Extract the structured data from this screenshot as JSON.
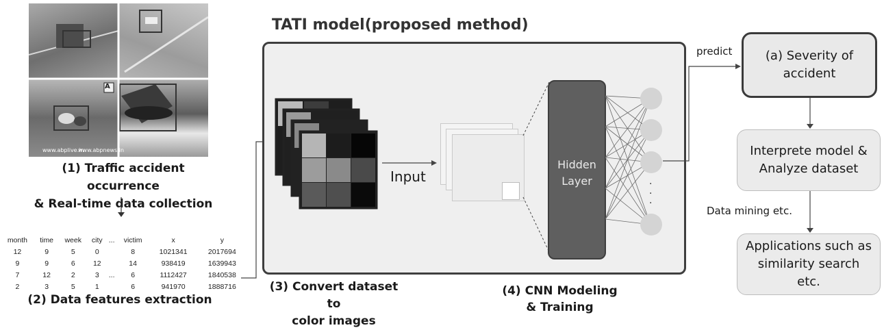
{
  "title": "TATI model(proposed method)",
  "captions": {
    "step1_line1": "(1) Traffic accident occurrence",
    "step1_line2": "& Real-time data collection",
    "step2": "(2) Data features extraction",
    "step3_line1": "(3) Convert dataset to",
    "step3_line2": "color images",
    "step4_line1": "(4) CNN Modeling",
    "step4_line2": "& Training"
  },
  "photo_watermarks": [
    "www.abplive.in",
    "www.abpnews.in"
  ],
  "photo_sign": "A",
  "table": {
    "headers": [
      "month",
      "time",
      "week",
      "city",
      "...",
      "victim",
      "x",
      "y"
    ],
    "rows": [
      [
        "12",
        "9",
        "5",
        "0",
        "",
        "8",
        "1021341",
        "2017694"
      ],
      [
        "9",
        "9",
        "6",
        "12",
        "",
        "14",
        "938419",
        "1639943"
      ],
      [
        "7",
        "12",
        "2",
        "3",
        "...",
        "6",
        "1112427",
        "1840538"
      ],
      [
        "2",
        "3",
        "5",
        "1",
        "",
        "6",
        "941970",
        "1888716"
      ]
    ]
  },
  "labels": {
    "input": "Input",
    "hidden": "Hidden Layer",
    "predict": "predict",
    "data_mining": "Data mining  etc."
  },
  "boxes": {
    "severity": "(a)  Severity of accident",
    "interpret": "Interprete model & Analyze dataset",
    "applications": "Applications such as similarity search etc."
  },
  "colors": {
    "box_border": "#3e3e3e",
    "hidden_layer": "#5f5f5f",
    "node": "#d4d4d4"
  }
}
